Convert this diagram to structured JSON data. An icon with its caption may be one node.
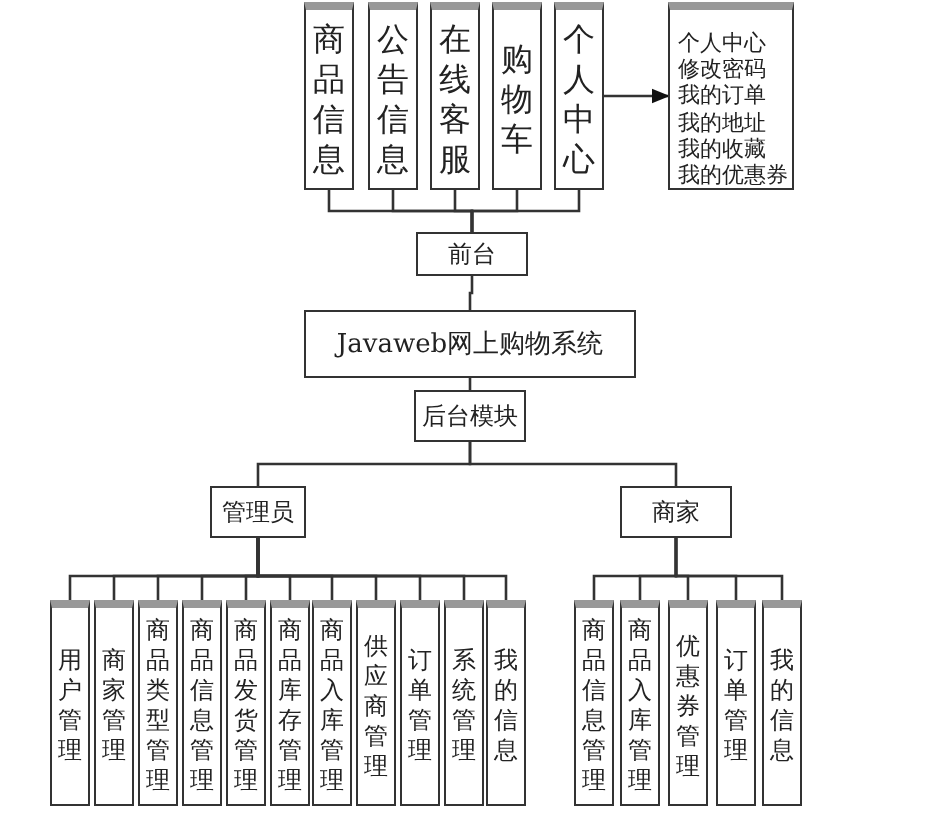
{
  "diagram": {
    "nodes": [
      {
        "text": [
          "商品信息"
        ]
      },
      {
        "text": [
          "公告信息"
        ]
      },
      {
        "text": [
          "在线客服"
        ]
      },
      {
        "text": [
          "购物车"
        ]
      },
      {
        "text": [
          "个人中心"
        ]
      },
      {
        "text": [
          "个人中心",
          "修改密码",
          "我的订单",
          "我的地址",
          "我的收藏",
          "我的优惠券"
        ]
      },
      {
        "text": [
          "前台"
        ]
      },
      {
        "text": [
          "Javaweb网上购物系统"
        ]
      },
      {
        "text": [
          "后台模块"
        ]
      },
      {
        "text": [
          "管理员"
        ]
      },
      {
        "text": [
          "商家"
        ]
      },
      {
        "text": [
          "用户管理"
        ]
      },
      {
        "text": [
          "商家管理"
        ]
      },
      {
        "text": [
          "商品类型管理"
        ]
      },
      {
        "text": [
          "商品信息管理"
        ]
      },
      {
        "text": [
          "商品发货管理"
        ]
      },
      {
        "text": [
          "商品库存管理"
        ]
      },
      {
        "text": [
          "商品入库管理"
        ]
      },
      {
        "text": [
          "供应商管理"
        ]
      },
      {
        "text": [
          "订单管理"
        ]
      },
      {
        "text": [
          "系统管理"
        ]
      },
      {
        "text": [
          "我的信息"
        ]
      },
      {
        "text": [
          "商品信息管理"
        ]
      },
      {
        "text": [
          "商品入库管理"
        ]
      },
      {
        "text": [
          "优惠券管理"
        ]
      },
      {
        "text": [
          "订单管理"
        ]
      },
      {
        "text": [
          "我的信息"
        ]
      }
    ],
    "edges": [
      {
        "from": 6,
        "to": 0,
        "arrow": "none"
      },
      {
        "from": 6,
        "to": 1,
        "arrow": "none"
      },
      {
        "from": 6,
        "to": 2,
        "arrow": "none"
      },
      {
        "from": 6,
        "to": 3,
        "arrow": "none"
      },
      {
        "from": 6,
        "to": 4,
        "arrow": "none"
      },
      {
        "from": 4,
        "to": 5,
        "arrow": "to"
      },
      {
        "from": 7,
        "to": 6,
        "arrow": "none"
      },
      {
        "from": 7,
        "to": 8,
        "arrow": "none"
      },
      {
        "from": 8,
        "to": 9,
        "arrow": "none"
      },
      {
        "from": 8,
        "to": 10,
        "arrow": "none"
      },
      {
        "from": 9,
        "to": 11,
        "arrow": "none"
      },
      {
        "from": 9,
        "to": 12,
        "arrow": "none"
      },
      {
        "from": 9,
        "to": 13,
        "arrow": "none"
      },
      {
        "from": 9,
        "to": 14,
        "arrow": "none"
      },
      {
        "from": 9,
        "to": 15,
        "arrow": "none"
      },
      {
        "from": 9,
        "to": 16,
        "arrow": "none"
      },
      {
        "from": 9,
        "to": 17,
        "arrow": "none"
      },
      {
        "from": 9,
        "to": 18,
        "arrow": "none"
      },
      {
        "from": 9,
        "to": 19,
        "arrow": "none"
      },
      {
        "from": 9,
        "to": 20,
        "arrow": "none"
      },
      {
        "from": 9,
        "to": 21,
        "arrow": "none"
      },
      {
        "from": 10,
        "to": 22,
        "arrow": "none"
      },
      {
        "from": 10,
        "to": 23,
        "arrow": "none"
      },
      {
        "from": 10,
        "to": 24,
        "arrow": "none"
      },
      {
        "from": 10,
        "to": 25,
        "arrow": "none"
      },
      {
        "from": 10,
        "to": 26,
        "arrow": "none"
      }
    ]
  }
}
